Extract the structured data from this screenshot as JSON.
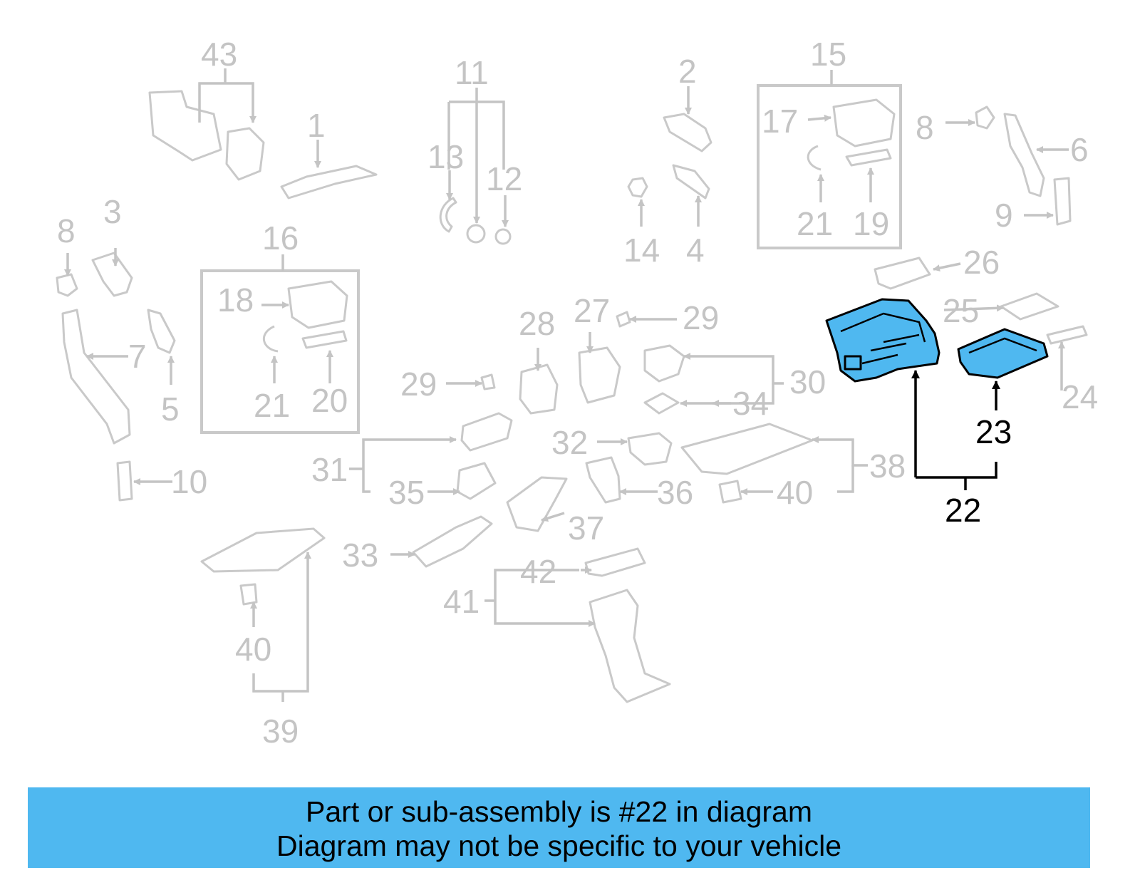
{
  "diagram": {
    "highlight_color": "#4fb8f0",
    "ghost_color": "#c4c4c4",
    "selected_part": "22",
    "labels": [
      {
        "id": "43",
        "text": "43",
        "active": false
      },
      {
        "id": "1",
        "text": "1",
        "active": false
      },
      {
        "id": "11",
        "text": "11",
        "active": false
      },
      {
        "id": "13",
        "text": "13",
        "active": false
      },
      {
        "id": "12",
        "text": "12",
        "active": false
      },
      {
        "id": "2",
        "text": "2",
        "active": false
      },
      {
        "id": "15",
        "text": "15",
        "active": false
      },
      {
        "id": "17",
        "text": "17",
        "active": false
      },
      {
        "id": "8a",
        "text": "8",
        "active": false
      },
      {
        "id": "6",
        "text": "6",
        "active": false
      },
      {
        "id": "3",
        "text": "3",
        "active": false
      },
      {
        "id": "8b",
        "text": "8",
        "active": false
      },
      {
        "id": "16",
        "text": "16",
        "active": false
      },
      {
        "id": "18",
        "text": "18",
        "active": false
      },
      {
        "id": "14",
        "text": "14",
        "active": false
      },
      {
        "id": "4",
        "text": "4",
        "active": false
      },
      {
        "id": "21a",
        "text": "21",
        "active": false
      },
      {
        "id": "19",
        "text": "19",
        "active": false
      },
      {
        "id": "9",
        "text": "9",
        "active": false
      },
      {
        "id": "26",
        "text": "26",
        "active": false
      },
      {
        "id": "27",
        "text": "27",
        "active": false
      },
      {
        "id": "29a",
        "text": "29",
        "active": false
      },
      {
        "id": "28",
        "text": "28",
        "active": false
      },
      {
        "id": "25",
        "text": "25",
        "active": false
      },
      {
        "id": "7",
        "text": "7",
        "active": false
      },
      {
        "id": "5",
        "text": "5",
        "active": false
      },
      {
        "id": "21b",
        "text": "21",
        "active": false
      },
      {
        "id": "20",
        "text": "20",
        "active": false
      },
      {
        "id": "29b",
        "text": "29",
        "active": false
      },
      {
        "id": "30",
        "text": "30",
        "active": false
      },
      {
        "id": "34",
        "text": "34",
        "active": false
      },
      {
        "id": "24",
        "text": "24",
        "active": false
      },
      {
        "id": "23",
        "text": "23",
        "active": true
      },
      {
        "id": "32",
        "text": "32",
        "active": false
      },
      {
        "id": "31",
        "text": "31",
        "active": false
      },
      {
        "id": "38",
        "text": "38",
        "active": false
      },
      {
        "id": "10",
        "text": "10",
        "active": false
      },
      {
        "id": "35",
        "text": "35",
        "active": false
      },
      {
        "id": "36",
        "text": "36",
        "active": false
      },
      {
        "id": "40a",
        "text": "40",
        "active": false
      },
      {
        "id": "22",
        "text": "22",
        "active": true
      },
      {
        "id": "37",
        "text": "37",
        "active": false
      },
      {
        "id": "33",
        "text": "33",
        "active": false
      },
      {
        "id": "42",
        "text": "42",
        "active": false
      },
      {
        "id": "41",
        "text": "41",
        "active": false
      },
      {
        "id": "40b",
        "text": "40",
        "active": false
      },
      {
        "id": "39",
        "text": "39",
        "active": false
      }
    ]
  },
  "footer": {
    "line1": "Part or sub-assembly is #22 in diagram",
    "line2": "Diagram may not be specific to your vehicle"
  }
}
